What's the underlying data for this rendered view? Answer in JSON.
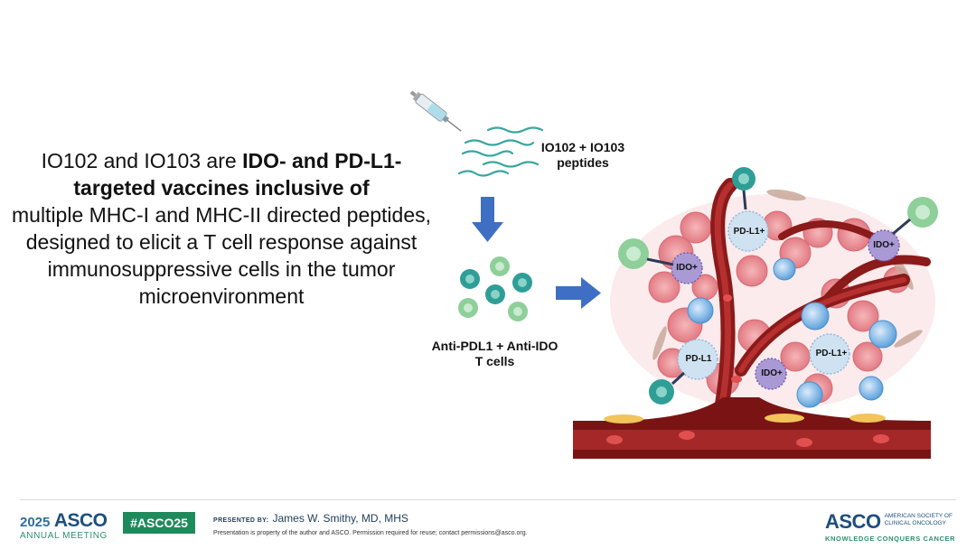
{
  "main_text": {
    "part1": "IO102 and IO103 are ",
    "bold": "IDO- and PD-L1-targeted vaccines inclusive of",
    "part2": "multiple MHC-I and MHC-II directed peptides, designed to elicit a T cell response against immunosuppressive cells in the tumor microenvironment"
  },
  "diagram": {
    "peptides_label_line1": "IO102 + IO103",
    "peptides_label_line2": "peptides",
    "tcells_label_line1": "Anti-PDL1 + Anti-IDO",
    "tcells_label_line2": "T cells",
    "cell_labels": {
      "pdl1_top": "PD-L1+",
      "ido_left": "IDO+",
      "ido_right": "IDO+",
      "pdl1_bottom_left": "PD-L1",
      "ido_bottom": "IDO+",
      "pdl1_bottom_right": "PD-L1+"
    },
    "icons": [
      "syringe-icon",
      "peptide-strands-icon",
      "t-cell-cluster-icon",
      "tumor-microenvironment-illustration"
    ],
    "colors": {
      "arrow": "#3f6fc4",
      "vessel": "#8b1a1a",
      "t_cell_teal": "#2e9e96",
      "t_cell_green": "#7cc08a",
      "tumor_pink": "#e8838a",
      "ido_purple": "#8f7fc8",
      "pdl1_blue": "#c7dcef"
    }
  },
  "footer": {
    "meeting_year": "2025",
    "meeting_word": "ASCO",
    "meeting_sub": "ANNUAL MEETING",
    "hashtag": "#ASCO25",
    "presented_caption": "PRESENTED BY:",
    "presenter": "James W. Smithy, MD, MHS",
    "notice": "Presentation is property of the author and ASCO. Permission required for reuse; contact permissions@asco.org.",
    "asco_word": "ASCO",
    "society_line1": "AMERICAN SOCIETY OF",
    "society_line2": "CLINICAL ONCOLOGY",
    "tagline": "KNOWLEDGE CONQUERS CANCER"
  }
}
